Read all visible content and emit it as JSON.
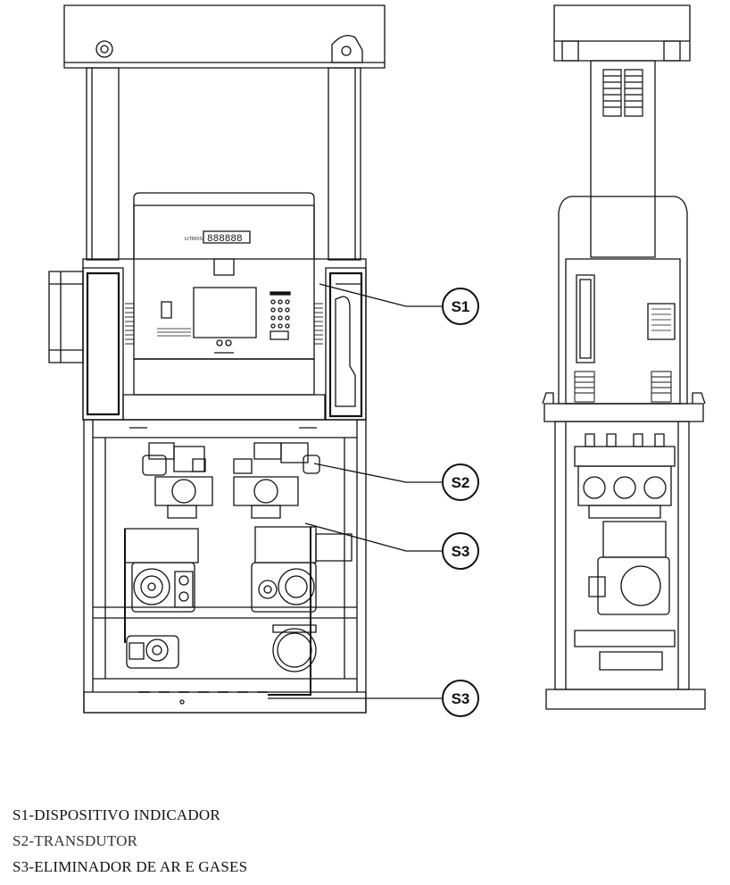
{
  "display": {
    "unit_label": "LITROS",
    "digits": "888888"
  },
  "callouts": [
    {
      "id": "S1"
    },
    {
      "id": "S2"
    },
    {
      "id": "S3"
    },
    {
      "id": "S3"
    }
  ],
  "legend": [
    "S1-DISPOSITIVO INDICADOR",
    "S2-TRANSDUTOR",
    "S3-ELIMINADOR DE AR E GASES"
  ],
  "colors": {
    "line": "#111111",
    "background": "#ffffff"
  }
}
